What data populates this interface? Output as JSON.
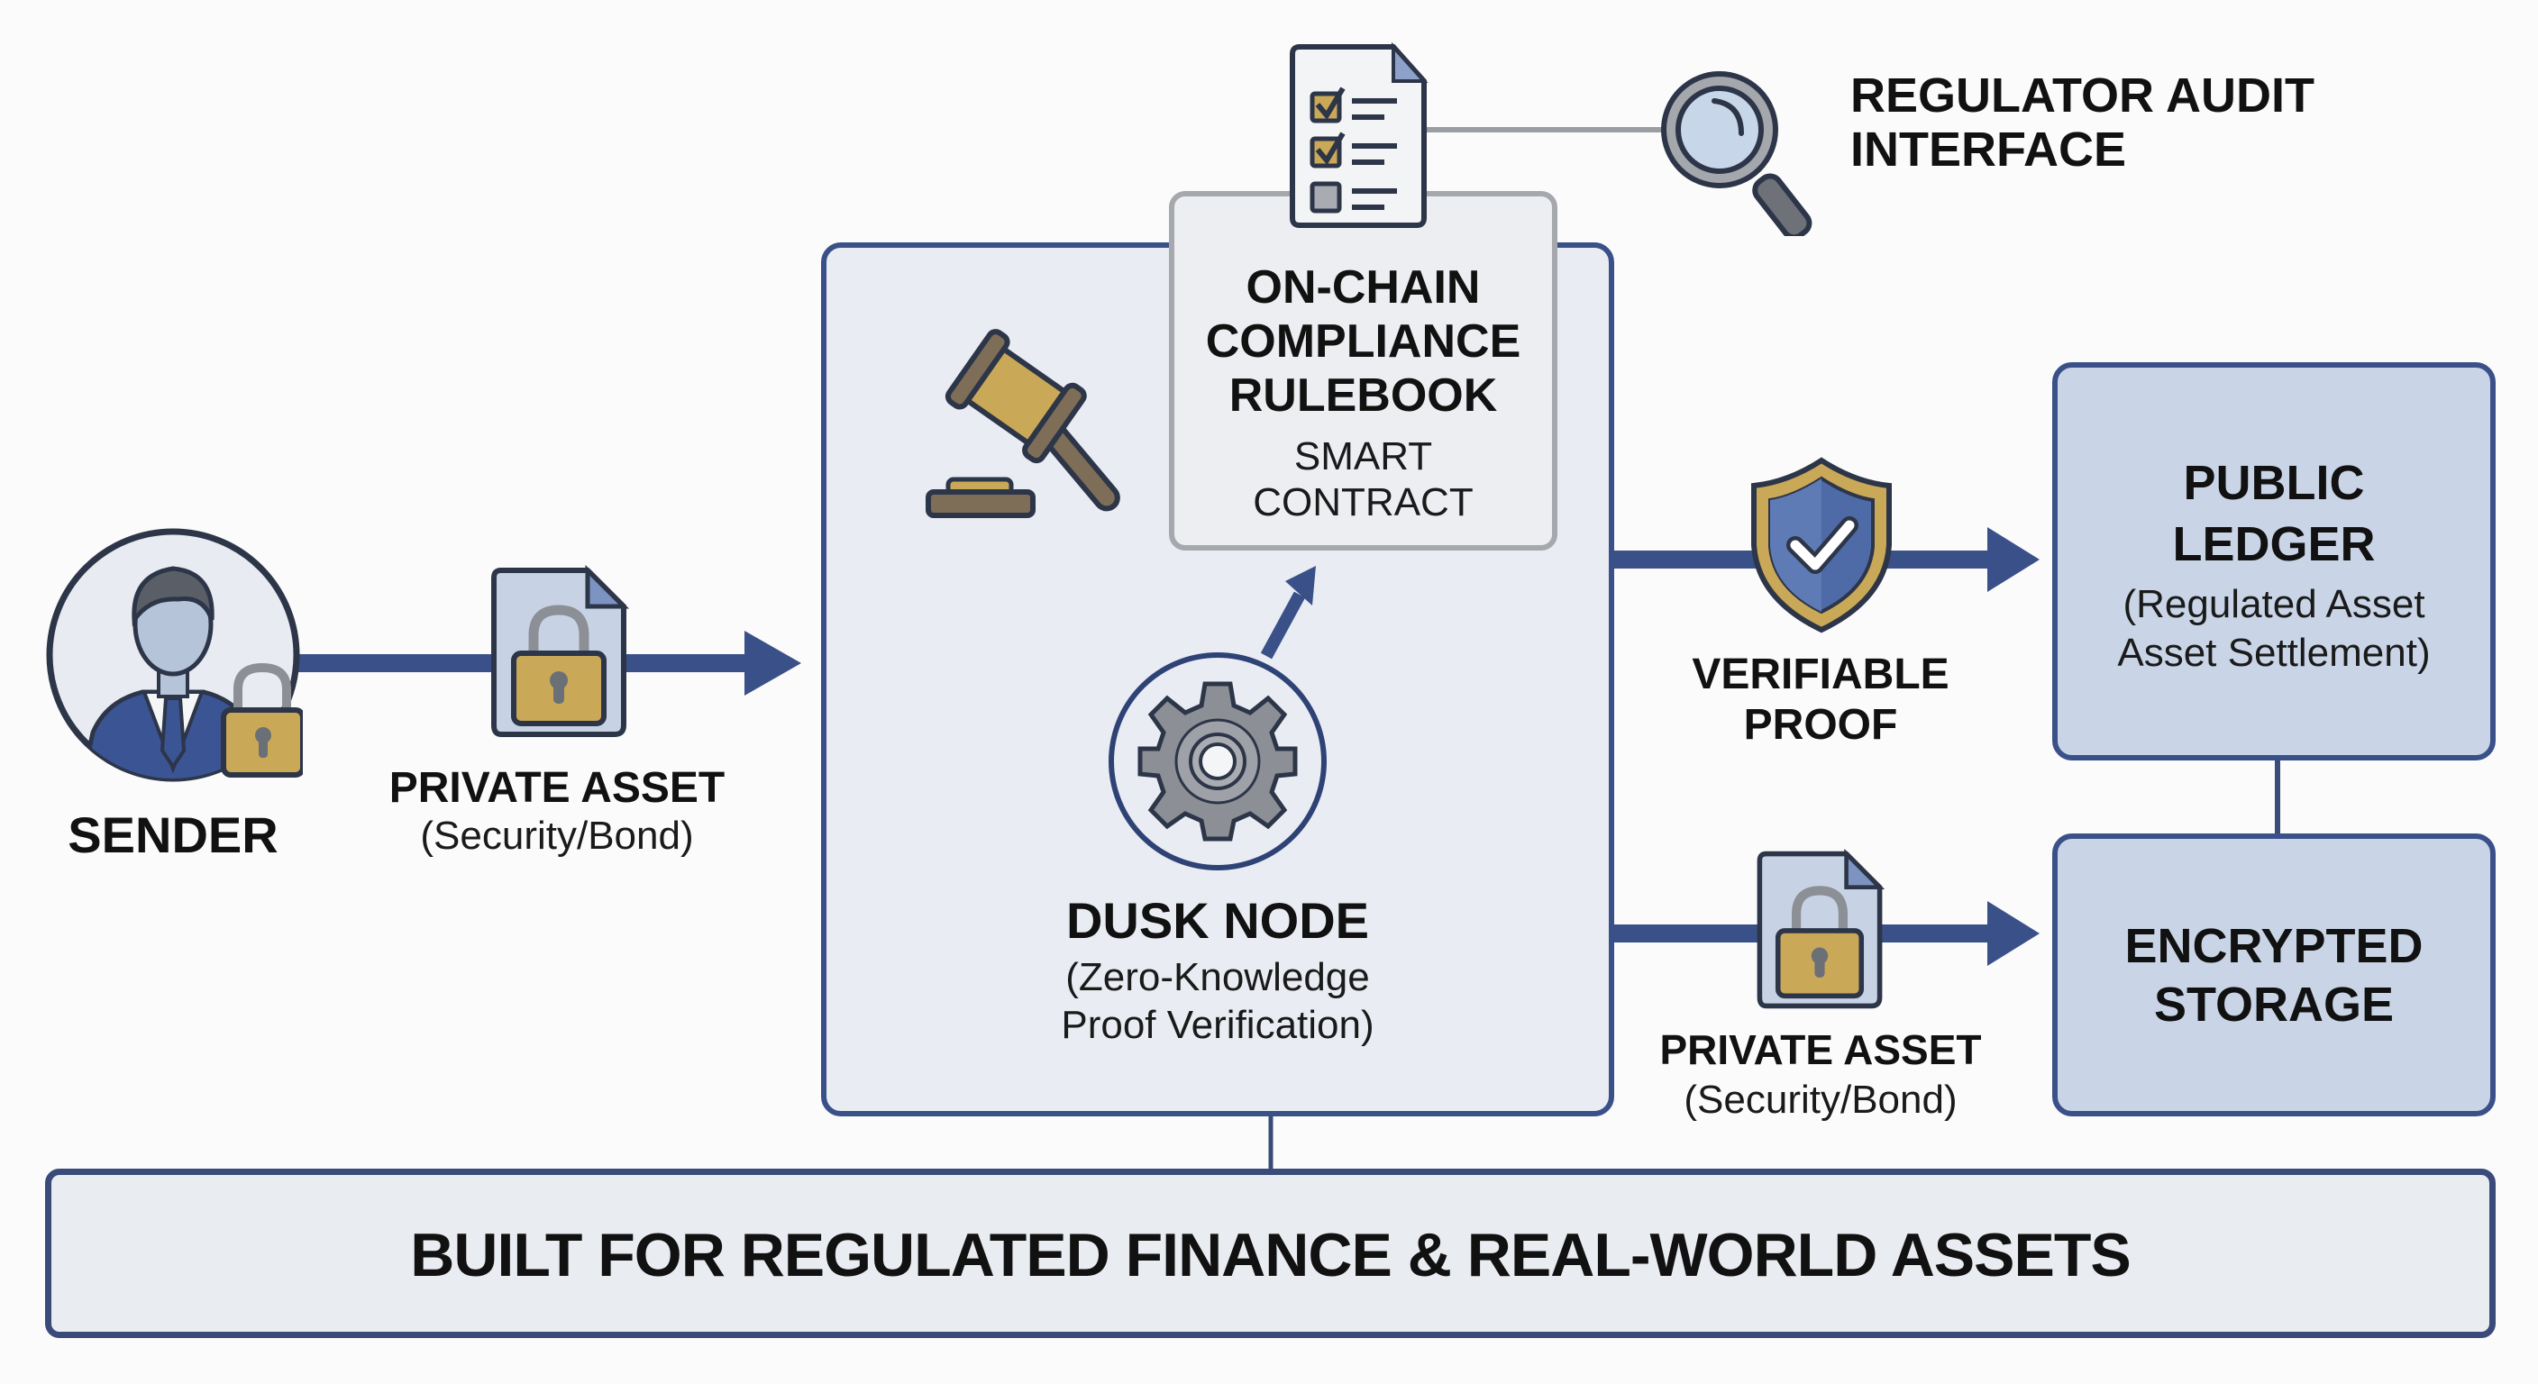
{
  "sender": {
    "label": "SENDER",
    "icon": "businessman-with-lock-icon"
  },
  "input_asset": {
    "title": "PRIVATE ASSET",
    "subtitle": "(Security/Bond)",
    "icon": "locked-document-icon"
  },
  "dusk_node": {
    "title": "DUSK NODE",
    "subtitle_line1": "(Zero-Knowledge",
    "subtitle_line2": "Proof Verification)",
    "icon": "gear-icon",
    "secondary_icon": "gavel-icon"
  },
  "rulebook": {
    "title_line1": "ON-CHAIN",
    "title_line2": "COMPLIANCE",
    "title_line3": "RULEBOOK",
    "subtitle_line1": "SMART",
    "subtitle_line2": "CONTRACT",
    "icon": "checklist-document-icon"
  },
  "regulator": {
    "line1": "REGULATOR AUDIT",
    "line2": "INTERFACE",
    "icon": "magnifier-icon"
  },
  "proof": {
    "line1": "VERIFIABLE",
    "line2": "PROOF",
    "icon": "shield-check-icon"
  },
  "output_asset": {
    "title": "PRIVATE ASSET",
    "subtitle": "(Security/Bond)",
    "icon": "locked-document-icon"
  },
  "public_ledger": {
    "line1": "PUBLIC",
    "line2": "LEDGER",
    "sub1": "(Regulated Asset",
    "sub2": "Asset Settlement)"
  },
  "encrypted_storage": {
    "line1": "ENCRYPTED",
    "line2": "STORAGE"
  },
  "banner": {
    "text": "BUILT FOR REGULATED FINANCE & REAL-WORLD ASSETS"
  },
  "colors": {
    "navy": "#3a5088",
    "gold": "#c9a858",
    "box_fill": "#c9d5e6",
    "panel_fill": "#e9ecf2"
  }
}
